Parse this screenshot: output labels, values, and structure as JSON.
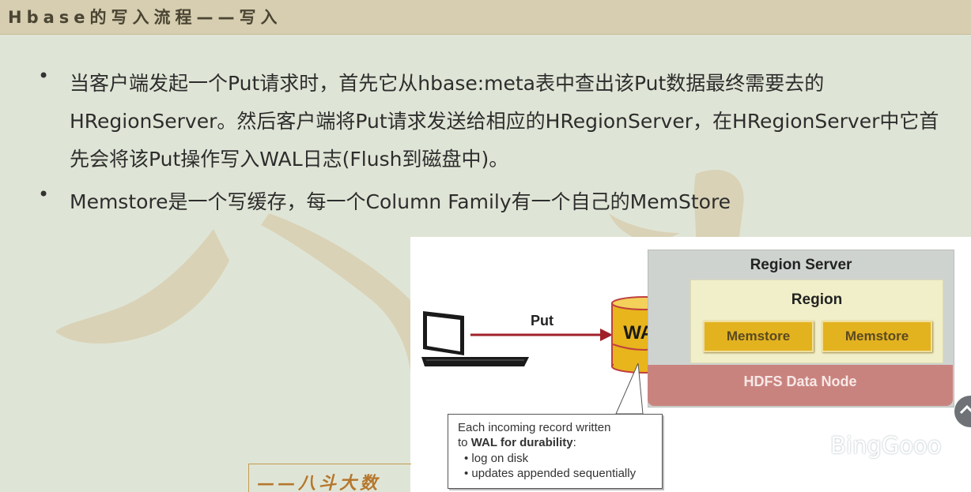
{
  "slide": {
    "title": "Hbase的写入流程——写入",
    "bullets": [
      "当客户端发起一个Put请求时，首先它从hbase:meta表中查出该Put数据最终需要去的HRegionServer。然后客户端将Put请求发送给相应的HRegionServer，在HRegionServer中它首先会将该Put操作写入WAL日志(Flush到磁盘中)。",
      "Memstore是一个写缓存，每一个Column Family有一个自己的MemStore"
    ],
    "bullet_symbol": "•",
    "bottom_text": "——八斗大数"
  },
  "diagram": {
    "put_label": "Put",
    "wal_label": "WAL",
    "region_server_label": "Region Server",
    "region_label": "Region",
    "memstore_labels": [
      "Memstore",
      "Memstore"
    ],
    "hdfs_label": "HDFS Data Node",
    "callout": {
      "line1": "Each incoming record written",
      "line2_prefix": "to ",
      "line2_bold": "WAL for durability",
      "line2_suffix": ":",
      "bullets": [
        "log on disk",
        "updates appended sequentially"
      ]
    }
  },
  "watermark": {
    "logo_text": "BingGooo",
    "logo_icon": "wechat-icon"
  },
  "controls": {
    "scroll_icon": "chevron-up-icon"
  },
  "colors": {
    "background": "#dfe5d6",
    "title_bar": "#d7cdb0",
    "memstore": "#e3b21f",
    "hdfs": "#c9837f",
    "arrow": "#a0202a"
  }
}
